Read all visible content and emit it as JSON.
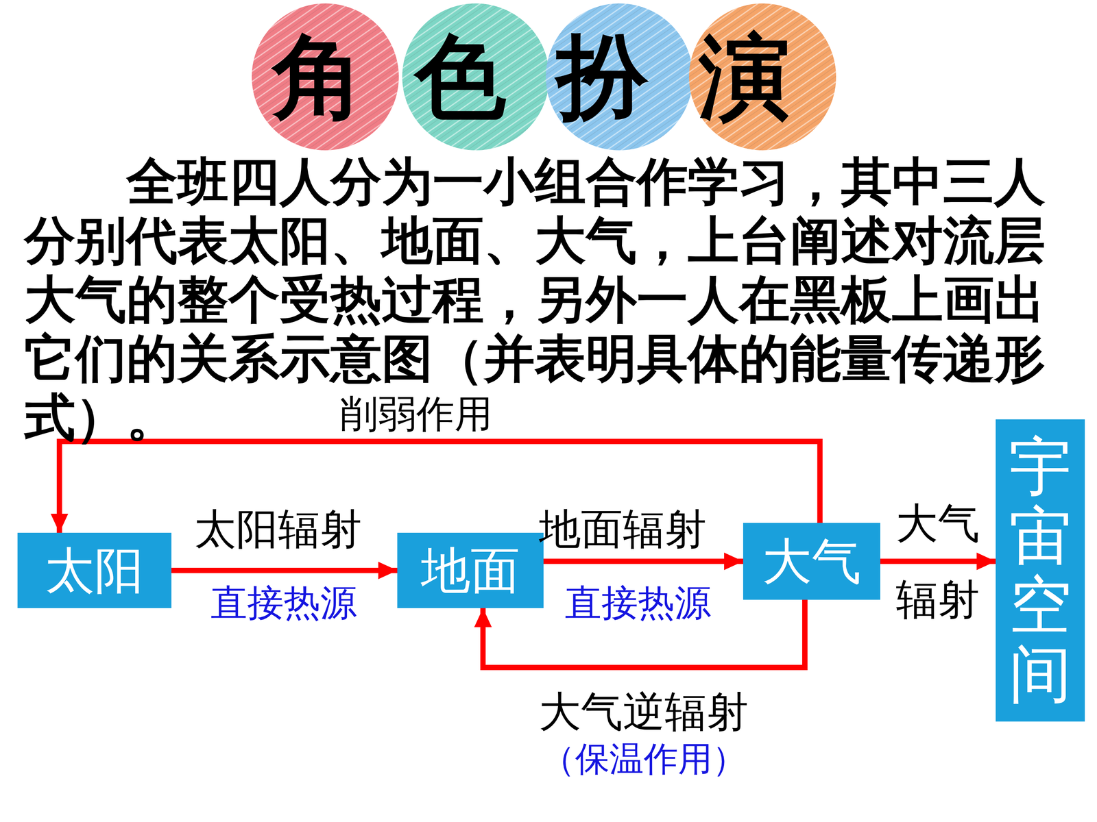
{
  "diagram": {
    "title": "角色扮演",
    "nodes": [
      {
        "text": [
          "太阳"
        ]
      },
      {
        "text": [
          "地面"
        ]
      },
      {
        "text": [
          "大气"
        ]
      },
      {
        "text": [
          "宇宙空间"
        ]
      }
    ],
    "edges": [
      {
        "from": 0,
        "to": 1,
        "label": "太阳辐射",
        "arrow": "to"
      },
      {
        "from": 1,
        "to": 2,
        "label": "地面辐射",
        "arrow": "to"
      },
      {
        "from": 2,
        "to": 3,
        "label": "大气辐射",
        "arrow": "to"
      },
      {
        "from": 2,
        "to": 0,
        "label": "削弱作用",
        "arrow": "to"
      },
      {
        "from": 2,
        "to": 1,
        "label": "大气逆辐射",
        "arrow": "to"
      }
    ],
    "labels": [
      "全班四人分为一小组合作学习，其中三人分别代表太阳、地面、大气，上台阐述对流层大气的整个受热过程，另外一人在黑板上画出它们的关系示意图（并表明具体的能量传递形式）。",
      "直接热源",
      "直接热源",
      "（保温作用）"
    ]
  }
}
